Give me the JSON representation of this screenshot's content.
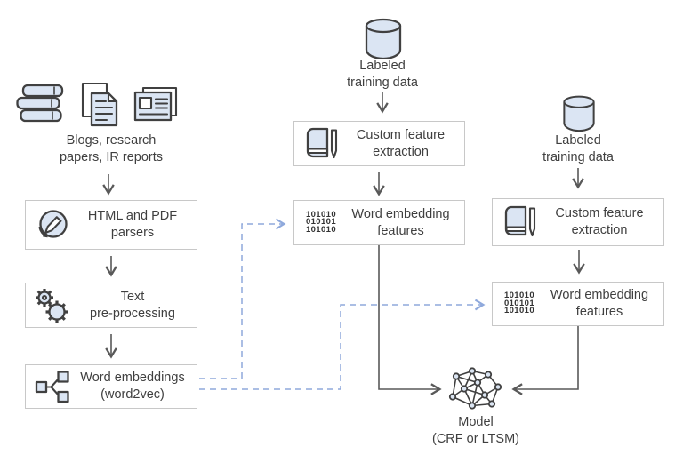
{
  "left_pipeline": {
    "sources": {
      "icons": [
        "books-icon",
        "documents-icon",
        "newspaper-icon"
      ],
      "label": "Blogs, research\npapers, IR reports"
    },
    "steps": [
      {
        "icon": "pen-circle-icon",
        "label": "HTML and PDF\nparsers"
      },
      {
        "icon": "gears-icon",
        "label": "Text\npre-processing"
      },
      {
        "icon": "word2vec-nodes-icon",
        "label": "Word embeddings\n(word2vec)"
      }
    ]
  },
  "middle_pipeline": {
    "source": {
      "icon": "database-cylinder-icon",
      "label": "Labeled\ntraining data"
    },
    "steps": [
      {
        "icon": "notebook-pen-icon",
        "label": "Custom feature\nextraction"
      },
      {
        "icon": "binary-icon",
        "label": "Word embedding\nfeatures",
        "binary_lines": [
          "101010",
          "010101",
          "101010"
        ]
      }
    ]
  },
  "right_pipeline": {
    "source": {
      "icon": "database-cylinder-icon",
      "label": "Labeled\ntraining data"
    },
    "steps": [
      {
        "icon": "notebook-pen-icon",
        "label": "Custom feature\nextraction"
      },
      {
        "icon": "binary-icon",
        "label": "Word embedding\nfeatures",
        "binary_lines": [
          "101010",
          "010101",
          "101010"
        ]
      }
    ]
  },
  "model": {
    "icon": "neural-network-icon",
    "label": "Model\n(CRF or LTSM)"
  },
  "colors": {
    "icon_fill": "#dbe5f3",
    "icon_stroke": "#404040",
    "box_border": "#c8c8c8",
    "text": "#3f3f3f",
    "solid_connector": "#595959",
    "dashed_connector": "#8fa9dc",
    "bottom_bar": "#000000"
  }
}
